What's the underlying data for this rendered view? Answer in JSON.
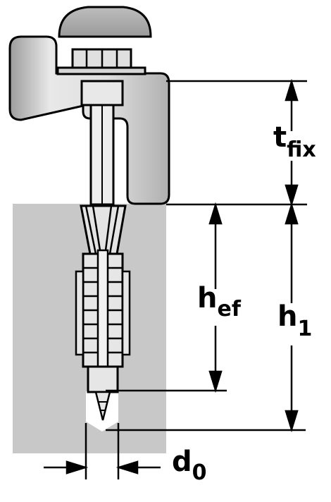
{
  "labels": {
    "t_fix": {
      "main": "t",
      "sub": "fix"
    },
    "h_ef": {
      "main": "h",
      "sub": "ef"
    },
    "h_1": {
      "main": "h",
      "sub": "1"
    },
    "d_0": {
      "main": "d",
      "sub": "0"
    }
  },
  "colors": {
    "concrete": "#c8c8c8",
    "fixture": "#d4d4d4",
    "head": "#c4c4c4",
    "dowel": "#e6e6e6",
    "line": "#000000"
  }
}
